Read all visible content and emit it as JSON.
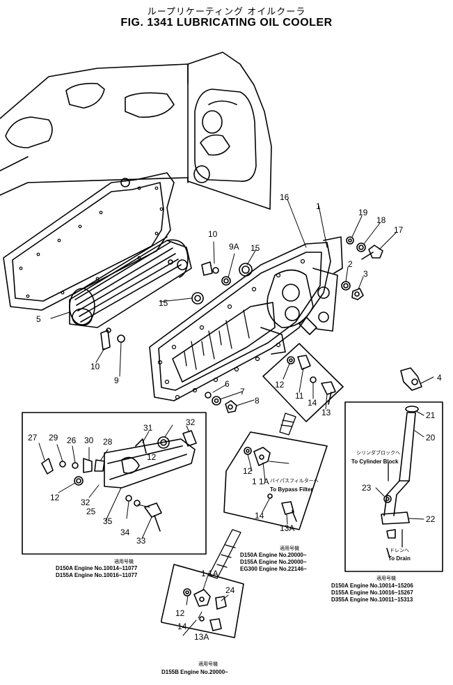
{
  "header": {
    "title_jp": "ループリケーティング オイルクーラ",
    "title": "FIG. 1341  LUBRICATING OIL COOLER"
  },
  "callouts": {
    "p1": "1",
    "p2": "2",
    "p3": "3",
    "p4": "4",
    "p5": "5",
    "p6": "6",
    "p7": "7",
    "p8": "8",
    "p9": "9",
    "p9a": "9A",
    "p10a": "10",
    "p10b": "10",
    "p11": "11",
    "p11a_a": "1 1A",
    "p11a_b": "1 1A",
    "p12a": "12",
    "p12b": "12",
    "p12c": "12",
    "p12d": "12",
    "p13": "13",
    "p13a_a": "13A",
    "p13a_b": "13A",
    "p14a": "14",
    "p14b": "14",
    "p14c": "14",
    "p15a": "15",
    "p15b": "15",
    "p16": "16",
    "p17": "17",
    "p18": "18",
    "p19": "19",
    "p20": "20",
    "p21": "21",
    "p22": "22",
    "p23": "23",
    "p24": "24",
    "p25": "25",
    "p26": "26",
    "p27": "27",
    "p28": "28",
    "p29": "29",
    "p30": "30",
    "p31": "31",
    "p32a": "32",
    "p32b": "32",
    "p33": "33",
    "p34": "34",
    "p35": "35"
  },
  "notes": {
    "to_block_jp": "シリンダブロックへ",
    "to_block": "To Cylinder Block",
    "to_bypass_jp": "バイパスフィルターへ",
    "to_bypass": "To Bypass Filter",
    "to_drain_jp": "ドレンへ",
    "to_drain": "To Drain"
  },
  "applicability": {
    "left": {
      "heading": "適用号機",
      "line1": "D150A Engine No.10014~11077",
      "line2": "D155A Engine No.10016~11077"
    },
    "center": {
      "heading": "適用号機",
      "line1": "D150A  Engine No.20000~",
      "line2": "D155A  Engine No.20000~",
      "line3": "EG300  Engine No.22146~"
    },
    "right": {
      "heading": "適用号機",
      "line1": "D150A  Engine No.10014~15206",
      "line2": "D155A  Engine No.10016~15267",
      "line3": "D355A  Engine No.10011~15313"
    },
    "bottom": {
      "heading": "適用号機",
      "line1": "D155B  Engine No.20000~"
    }
  }
}
